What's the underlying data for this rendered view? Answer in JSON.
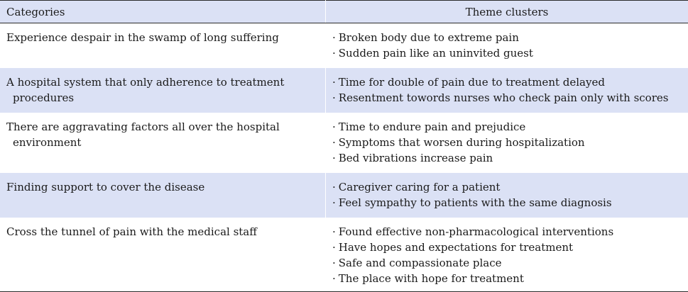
{
  "header": {
    "categories": "Categories",
    "themes": "Theme clusters"
  },
  "bullet": "·",
  "rows": [
    {
      "category": "Experience despair in the swamp of long suffering",
      "themes": [
        "Broken body due to extreme pain",
        "Sudden pain like an uninvited guest"
      ]
    },
    {
      "category": "A hospital system that only adherence to treatment procedures",
      "themes": [
        "Time for double of pain due to treatment delayed",
        "Resentment towords nurses who check pain only with scores"
      ]
    },
    {
      "category": "There are aggravating factors all over the hospital environment",
      "themes": [
        "Time to endure pain and prejudice",
        "Symptoms that worsen during hospitalization",
        "Bed vibrations increase pain"
      ]
    },
    {
      "category": "Finding support to cover the disease",
      "themes": [
        "Caregiver caring for a patient",
        "Feel sympathy to patients with the same diagnosis"
      ]
    },
    {
      "category": "Cross the tunnel of pain with the medical staff",
      "themes": [
        "Found effective non-pharmacological interventions",
        "Have hopes and expectations for treatment",
        "Safe and compassionate place",
        "The place with hope for treatment"
      ]
    }
  ]
}
